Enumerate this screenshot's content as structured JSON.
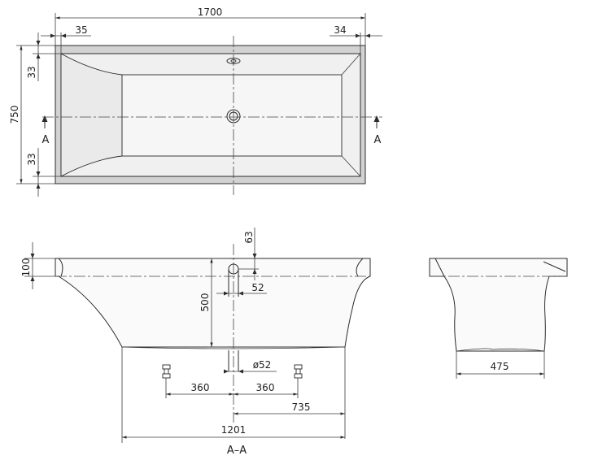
{
  "top_view": {
    "dim_length": "1700",
    "dim_rim_left": "35",
    "dim_rim_right": "34",
    "dim_width": "750",
    "dim_rim_top": "33",
    "dim_rim_bottom": "33",
    "section_marker_left": "A",
    "section_marker_right": "A"
  },
  "section_view": {
    "dim_rim_height": "100",
    "dim_overflow_height": "63",
    "dim_overflow_diameter": "52",
    "dim_depth": "500",
    "dim_drain_diameter": "ø52",
    "dim_foot_left": "360",
    "dim_foot_right": "360",
    "dim_drain_offset": "735",
    "dim_base_length": "1201",
    "section_label": "A–A"
  },
  "end_view": {
    "dim_base_width": "475"
  },
  "colors": {
    "line": "#2b2b2b",
    "rim_fill": "#d2d2d2",
    "basin_fill": "#f2f2f2",
    "background": "#ffffff"
  }
}
